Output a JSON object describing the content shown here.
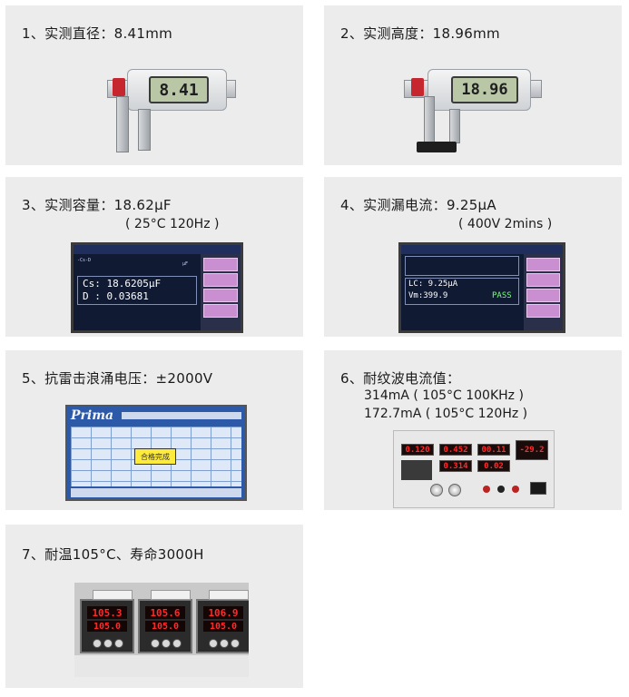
{
  "items": [
    {
      "title": "1、实测直径：8.41mm",
      "lcd": "8.41"
    },
    {
      "title": "2、实测高度：18.96mm",
      "lcd": "18.96"
    },
    {
      "title": "3、实测容量：18.62μF",
      "subtitle": "( 25°C 120Hz )",
      "screen": {
        "line1": "Cs:  18.6205μF",
        "line2": "D :  0.03681",
        "unit": "μF"
      }
    },
    {
      "title": "4、实测漏电流：9.25μA",
      "subtitle": "( 400V 2mins )",
      "screen": {
        "line1": "LC:  9.25μA",
        "line2": "Vm:399.9",
        "status": "PASS"
      }
    },
    {
      "title": "5、抗雷击浪涌电压：±2000V",
      "logo": "Prima",
      "result": "合格完成"
    },
    {
      "title": "6、耐纹波电流值：",
      "lines": [
        "314mA  ( 105°C  100KHz )",
        "172.7mA  ( 105°C  120Hz )"
      ],
      "leds": [
        "0.120",
        "0.452",
        "00.11",
        "0.314",
        "0.02",
        "-29.2"
      ]
    },
    {
      "title": "7、耐温105°C、寿命3000H",
      "controllers": [
        {
          "pv": "105.3",
          "sv": "105.0"
        },
        {
          "pv": "105.6",
          "sv": "105.0"
        },
        {
          "pv": "106.9",
          "sv": "105.0"
        }
      ]
    }
  ]
}
